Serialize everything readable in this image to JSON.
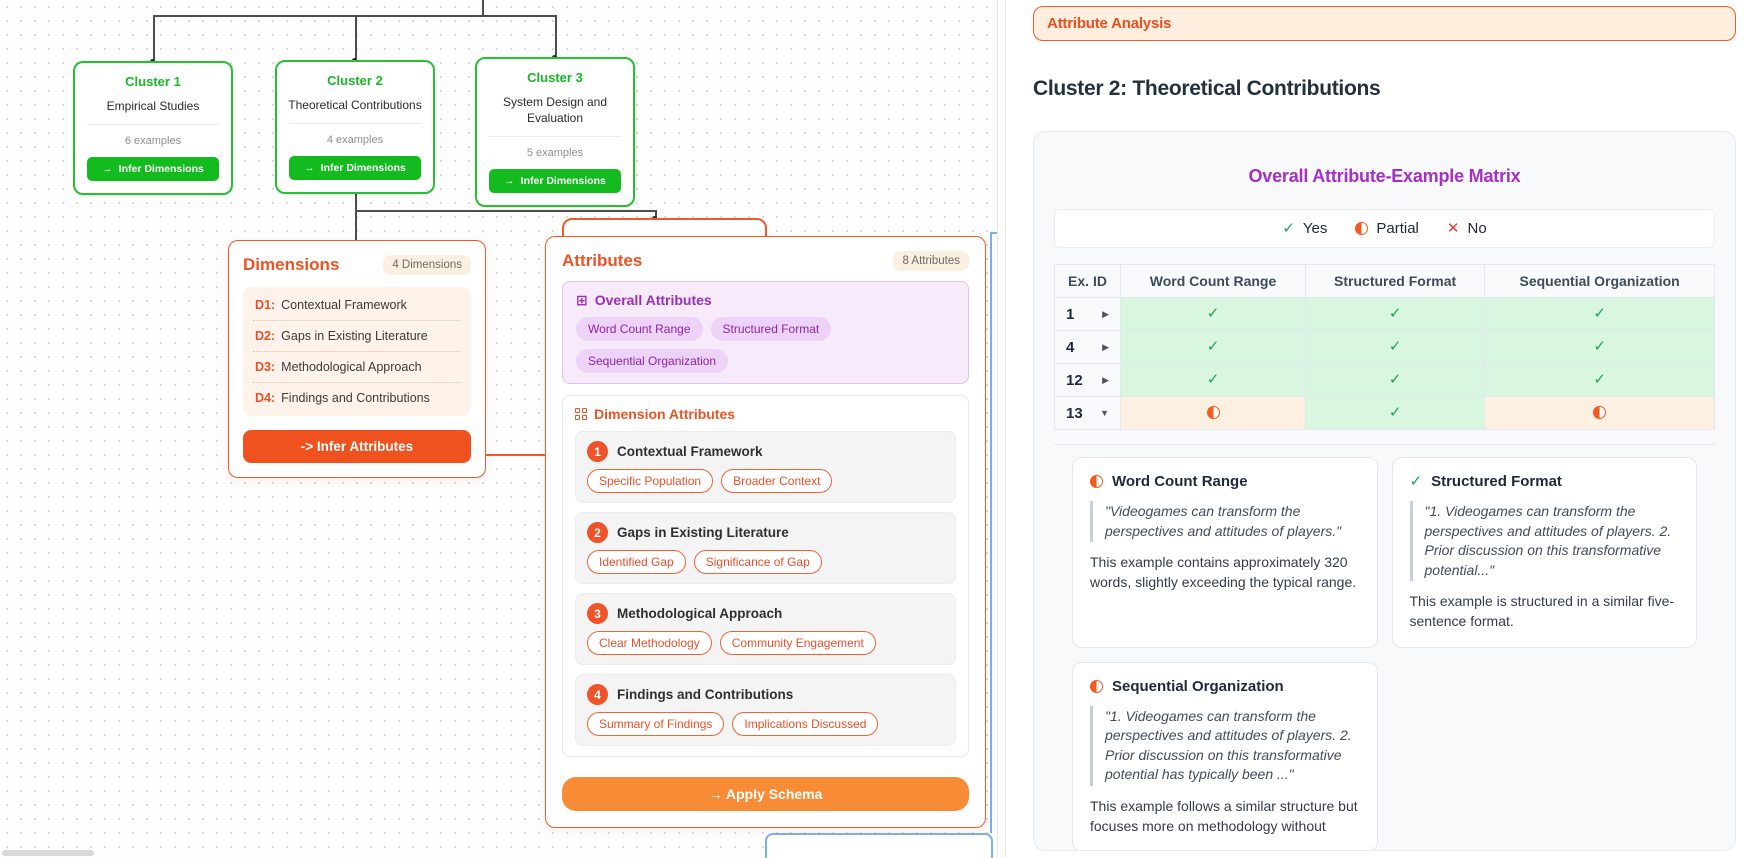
{
  "colors": {
    "green": "#17b824",
    "orange": "#ef5222",
    "purple": "#a62ec9",
    "legend_yes": "#1fa352",
    "legend_no": "#e03d3d",
    "partial_fill": "#f4591f"
  },
  "canvas": {
    "clusters": [
      {
        "title": "Cluster 1",
        "subtitle": "Empirical Studies",
        "count": "6 examples",
        "button": "Infer Dimensions",
        "arrow": "→"
      },
      {
        "title": "Cluster 2",
        "subtitle": "Theoretical Contributions",
        "count": "4 examples",
        "button": "Infer Dimensions",
        "arrow": "→"
      },
      {
        "title": "Cluster 3",
        "subtitle": "System Design and Evaluation",
        "count": "5 examples",
        "button": "Infer Dimensions",
        "arrow": "→"
      }
    ],
    "dimensions_panel": {
      "title": "Dimensions",
      "badge": "4 Dimensions",
      "items": [
        {
          "id": "D1:",
          "label": "Contextual Framework"
        },
        {
          "id": "D2:",
          "label": "Gaps in Existing Literature"
        },
        {
          "id": "D3:",
          "label": "Methodological Approach"
        },
        {
          "id": "D4:",
          "label": "Findings and Contributions"
        }
      ],
      "button": "-> Infer Attributes"
    },
    "attributes_panel": {
      "title": "Attributes",
      "badge": "8 Attributes",
      "overall": {
        "title": "Overall Attributes",
        "pills": [
          "Word Count Range",
          "Structured Format",
          "Sequential Organization"
        ]
      },
      "dimension_attributes": {
        "title": "Dimension Attributes",
        "groups": [
          {
            "num": "1",
            "title": "Contextual Framework",
            "pills": [
              "Specific Population",
              "Broader Context"
            ]
          },
          {
            "num": "2",
            "title": "Gaps in Existing Literature",
            "pills": [
              "Identified Gap",
              "Significance of Gap"
            ]
          },
          {
            "num": "3",
            "title": "Methodological Approach",
            "pills": [
              "Clear Methodology",
              "Community Engagement"
            ]
          },
          {
            "num": "4",
            "title": "Findings and Contributions",
            "pills": [
              "Summary of Findings",
              "Implications Discussed"
            ]
          }
        ]
      },
      "apply_button": "→ Apply Schema"
    }
  },
  "panel": {
    "badge": "Attribute Analysis",
    "title": "Cluster 2: Theoretical Contributions",
    "matrix": {
      "title": "Overall Attribute-Example Matrix",
      "legend": {
        "yes": "Yes",
        "partial": "Partial",
        "no": "No"
      },
      "columns": [
        "Ex. ID",
        "Word Count Range",
        "Structured Format",
        "Sequential Organization"
      ],
      "rows": [
        {
          "id": "1",
          "expanded": false,
          "values": [
            "yes",
            "yes",
            "yes"
          ]
        },
        {
          "id": "4",
          "expanded": false,
          "values": [
            "yes",
            "yes",
            "yes"
          ]
        },
        {
          "id": "12",
          "expanded": false,
          "values": [
            "yes",
            "yes",
            "yes"
          ]
        },
        {
          "id": "13",
          "expanded": true,
          "values": [
            "partial",
            "yes",
            "partial"
          ]
        }
      ]
    },
    "detail_cards": [
      {
        "status": "partial",
        "title": "Word Count Range",
        "quote": "\"Videogames can transform the perspectives and attitudes of players.\"",
        "description": "This example contains approximately 320 words, slightly exceeding the typical range."
      },
      {
        "status": "yes",
        "title": "Structured Format",
        "quote": "\"1. Videogames can transform the perspectives and attitudes of players. 2. Prior discussion on this transformative potential...\"",
        "description": "This example is structured in a similar five-sentence format."
      },
      {
        "status": "partial",
        "title": "Sequential Organization",
        "quote": "\"1. Videogames can transform the perspectives and attitudes of players. 2. Prior discussion on this transformative potential has typically been ...\"",
        "description": "This example follows a similar structure but focuses more on methodology without"
      }
    ]
  }
}
